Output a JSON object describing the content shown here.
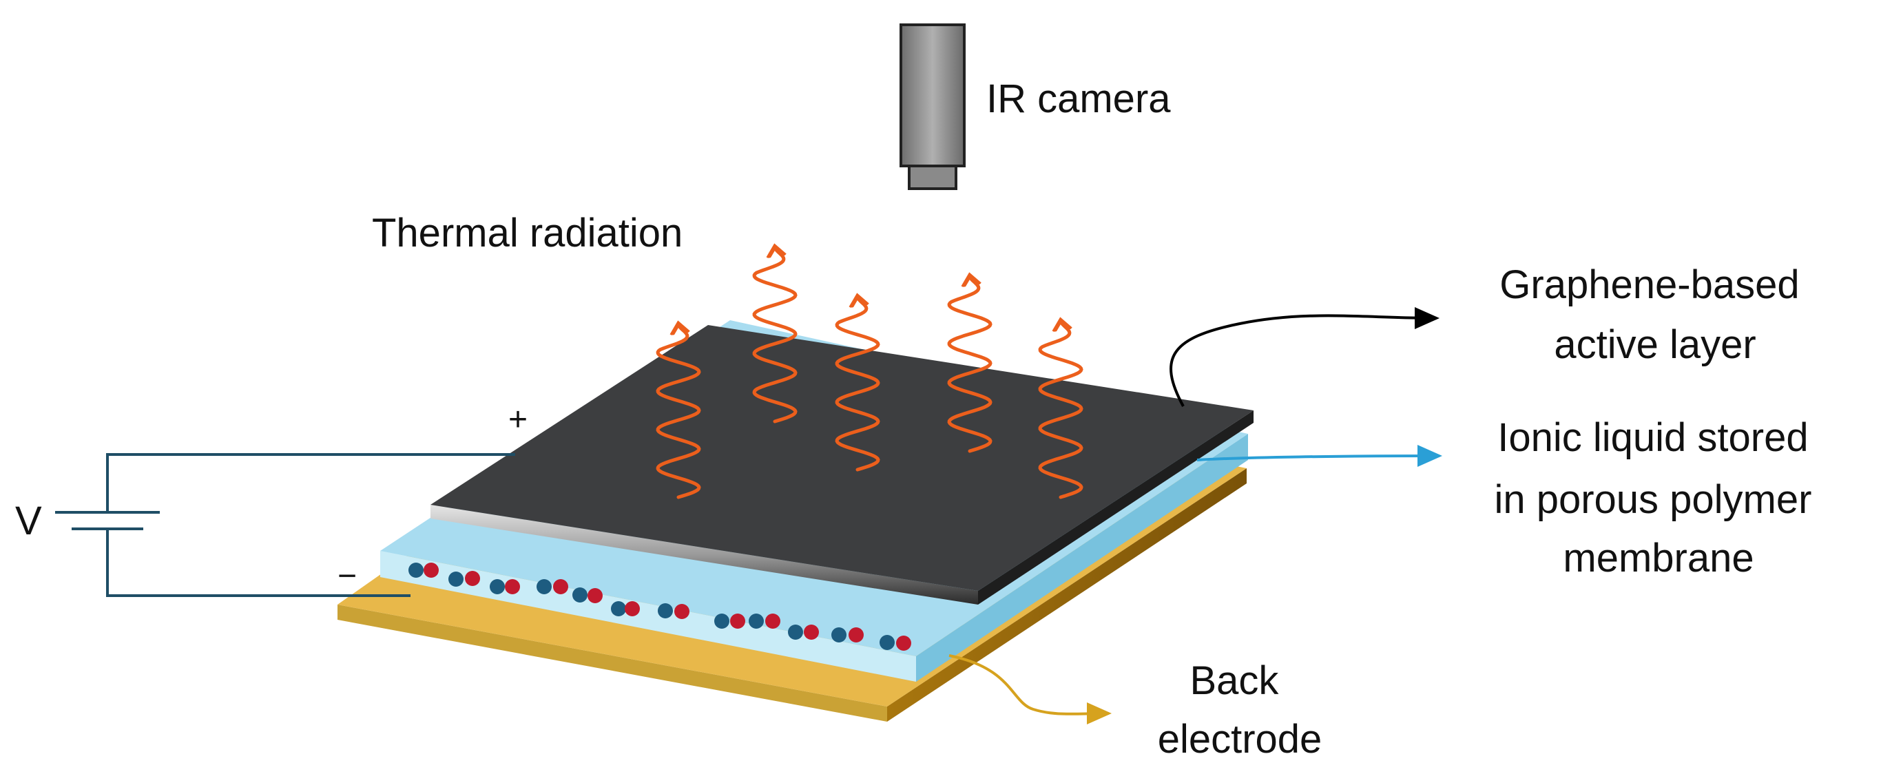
{
  "labels": {
    "ir_camera": "IR camera",
    "thermal_radiation": "Thermal radiation",
    "active_layer": [
      "Graphene-based",
      "active layer"
    ],
    "ionic_liquid": [
      "Ionic liquid stored",
      "in porous polymer",
      "membrane"
    ],
    "back_electrode": [
      "Back",
      "electrode"
    ],
    "voltage": "V",
    "plus": "+",
    "minus": "−"
  },
  "colors": {
    "graphene": "#3d3e40",
    "membrane": "#a8dcf0",
    "electrode": "#e8b84a",
    "radiation": "#ec5f1c",
    "ion_blue": "#1d5c80",
    "ion_red": "#c21a2e",
    "wire": "#1f4e66",
    "camera": "#7a7a7a",
    "arrow_black": "#000000",
    "arrow_blue": "#2a9fd6",
    "arrow_gold": "#d6a21e"
  }
}
